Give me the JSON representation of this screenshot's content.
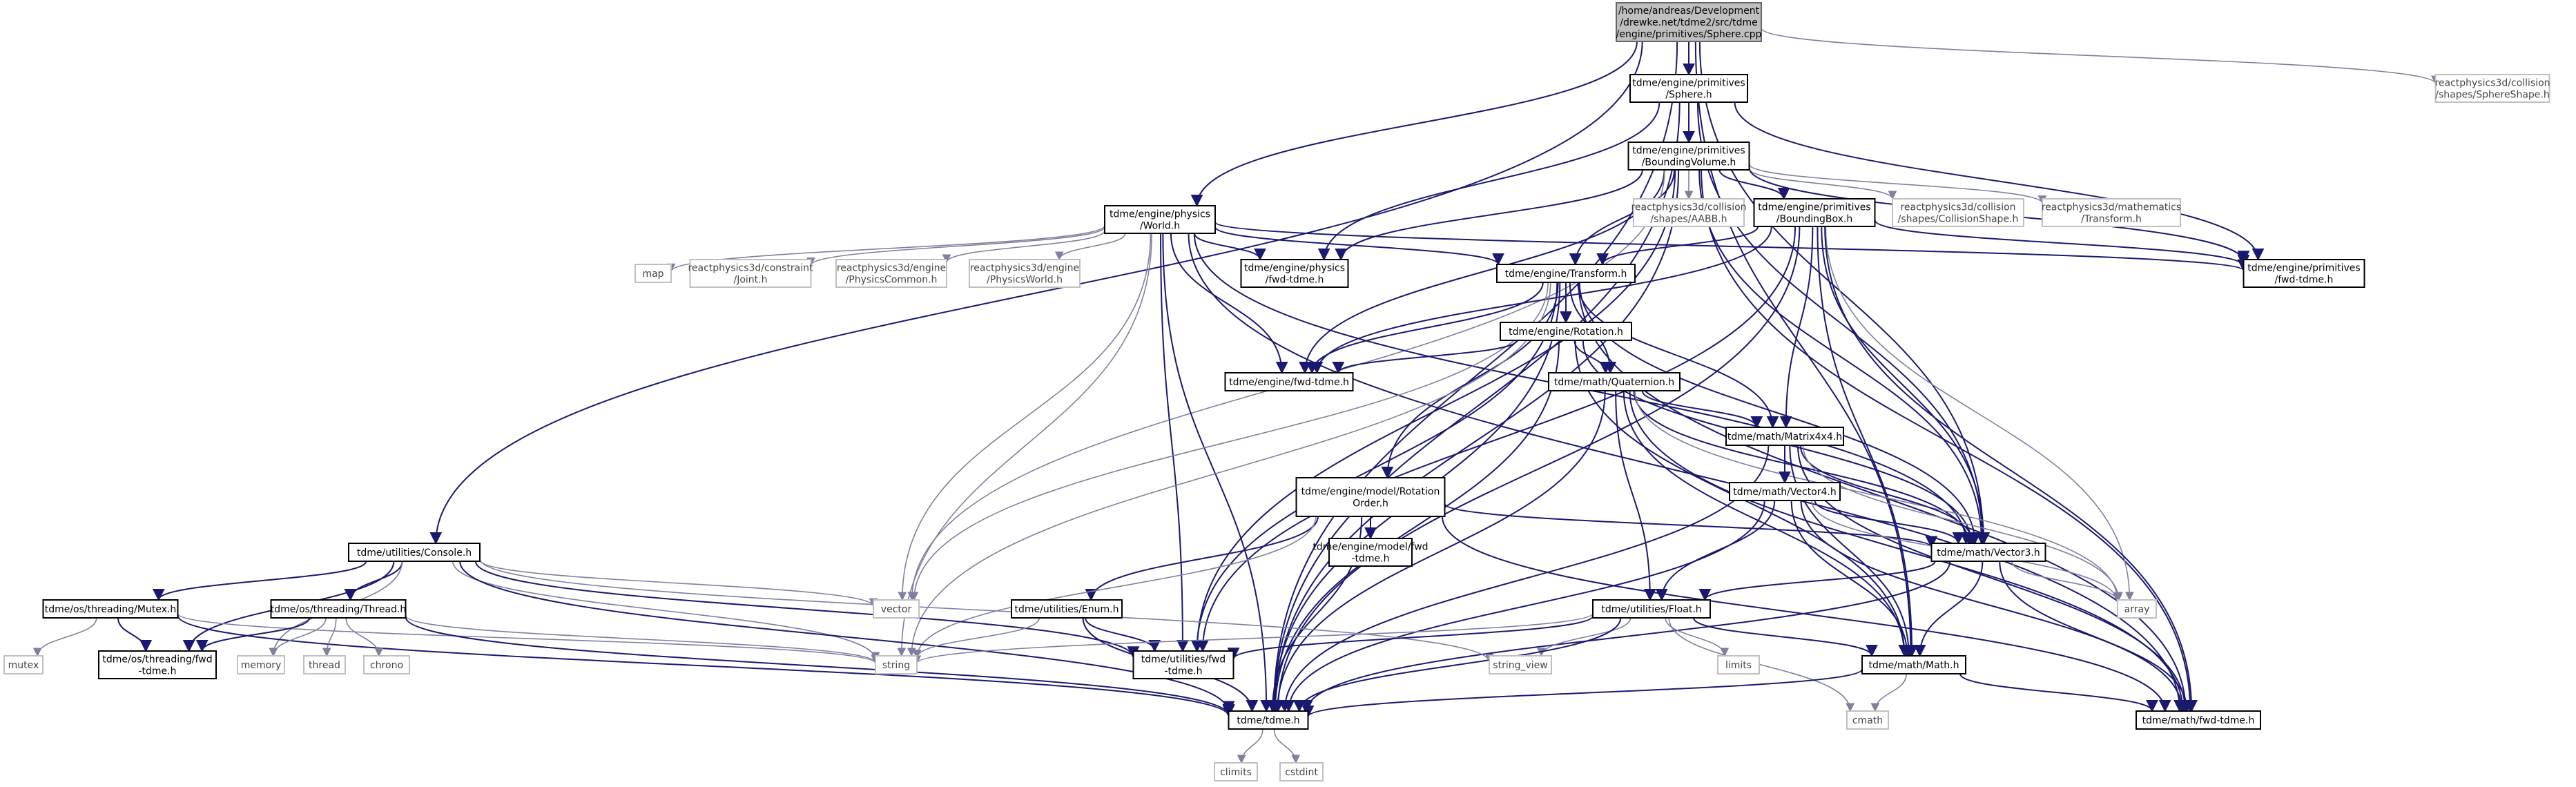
{
  "graph": {
    "nodes": [
      {
        "id": "root",
        "lines": [
          "/home/andreas/Development",
          "/drewke.net/tdme2/src/tdme",
          "/engine/primitives/Sphere.cpp"
        ],
        "kind": "root"
      },
      {
        "id": "sphere_h",
        "lines": [
          "tdme/engine/primitives",
          "/Sphere.h"
        ],
        "kind": "doc"
      },
      {
        "id": "rp_sphere",
        "lines": [
          "reactphysics3d/collision",
          "/shapes/SphereShape.h"
        ],
        "kind": "ext"
      },
      {
        "id": "boundingvolume",
        "lines": [
          "tdme/engine/primitives",
          "/BoundingVolume.h"
        ],
        "kind": "doc"
      },
      {
        "id": "world",
        "lines": [
          "tdme/engine/physics",
          "/World.h"
        ],
        "kind": "doc"
      },
      {
        "id": "rp_aabb",
        "lines": [
          "reactphysics3d/collision",
          "/shapes/AABB.h"
        ],
        "kind": "ext"
      },
      {
        "id": "boundingbox",
        "lines": [
          "tdme/engine/primitives",
          "/BoundingBox.h"
        ],
        "kind": "doc"
      },
      {
        "id": "rp_collisionshape",
        "lines": [
          "reactphysics3d/collision",
          "/shapes/CollisionShape.h"
        ],
        "kind": "ext"
      },
      {
        "id": "rp_transform",
        "lines": [
          "reactphysics3d/mathematics",
          "/Transform.h"
        ],
        "kind": "ext"
      },
      {
        "id": "map",
        "lines": [
          "map"
        ],
        "kind": "ext"
      },
      {
        "id": "rp_joint",
        "lines": [
          "reactphysics3d/constraint",
          "/Joint.h"
        ],
        "kind": "ext"
      },
      {
        "id": "rp_physicscommon",
        "lines": [
          "reactphysics3d/engine",
          "/PhysicsCommon.h"
        ],
        "kind": "ext"
      },
      {
        "id": "rp_physicsworld",
        "lines": [
          "reactphysics3d/engine",
          "/PhysicsWorld.h"
        ],
        "kind": "ext"
      },
      {
        "id": "physics_fwd",
        "lines": [
          "tdme/engine/physics",
          "/fwd-tdme.h"
        ],
        "kind": "doc"
      },
      {
        "id": "primitives_fwd",
        "lines": [
          "tdme/engine/primitives",
          "/fwd-tdme.h"
        ],
        "kind": "doc"
      },
      {
        "id": "transform",
        "lines": [
          "tdme/engine/Transform.h"
        ],
        "kind": "doc"
      },
      {
        "id": "rotation",
        "lines": [
          "tdme/engine/Rotation.h"
        ],
        "kind": "doc"
      },
      {
        "id": "engine_fwd",
        "lines": [
          "tdme/engine/fwd-tdme.h"
        ],
        "kind": "doc"
      },
      {
        "id": "quaternion",
        "lines": [
          "tdme/math/Quaternion.h"
        ],
        "kind": "doc"
      },
      {
        "id": "matrix4x4",
        "lines": [
          "tdme/math/Matrix4x4.h"
        ],
        "kind": "doc"
      },
      {
        "id": "rotationorder",
        "lines": [
          "tdme/engine/model/Rotation",
          "Order.h"
        ],
        "kind": "doc"
      },
      {
        "id": "vector4",
        "lines": [
          "tdme/math/Vector4.h"
        ],
        "kind": "doc"
      },
      {
        "id": "model_fwd",
        "lines": [
          "tdme/engine/model/fwd",
          "-tdme.h"
        ],
        "kind": "doc"
      },
      {
        "id": "vector3",
        "lines": [
          "tdme/math/Vector3.h"
        ],
        "kind": "doc"
      },
      {
        "id": "console",
        "lines": [
          "tdme/utilities/Console.h"
        ],
        "kind": "doc"
      },
      {
        "id": "mutex_h",
        "lines": [
          "tdme/os/threading/Mutex.h"
        ],
        "kind": "doc"
      },
      {
        "id": "thread_h",
        "lines": [
          "tdme/os/threading/Thread.h"
        ],
        "kind": "doc"
      },
      {
        "id": "vector",
        "lines": [
          "vector"
        ],
        "kind": "ext"
      },
      {
        "id": "array",
        "lines": [
          "array"
        ],
        "kind": "ext"
      },
      {
        "id": "enum",
        "lines": [
          "tdme/utilities/Enum.h"
        ],
        "kind": "doc"
      },
      {
        "id": "float",
        "lines": [
          "tdme/utilities/Float.h"
        ],
        "kind": "doc"
      },
      {
        "id": "mutex",
        "lines": [
          "mutex"
        ],
        "kind": "ext"
      },
      {
        "id": "threading_fwd",
        "lines": [
          "tdme/os/threading/fwd",
          "-tdme.h"
        ],
        "kind": "doc"
      },
      {
        "id": "memory",
        "lines": [
          "memory"
        ],
        "kind": "ext"
      },
      {
        "id": "thread",
        "lines": [
          "thread"
        ],
        "kind": "ext"
      },
      {
        "id": "chrono",
        "lines": [
          "chrono"
        ],
        "kind": "ext"
      },
      {
        "id": "string",
        "lines": [
          "string"
        ],
        "kind": "ext"
      },
      {
        "id": "utilities_fwd",
        "lines": [
          "tdme/utilities/fwd",
          "-tdme.h"
        ],
        "kind": "doc"
      },
      {
        "id": "string_view",
        "lines": [
          "string_view"
        ],
        "kind": "ext"
      },
      {
        "id": "limits",
        "lines": [
          "limits"
        ],
        "kind": "ext"
      },
      {
        "id": "math_h",
        "lines": [
          "tdme/math/Math.h"
        ],
        "kind": "doc"
      },
      {
        "id": "tdme_h",
        "lines": [
          "tdme/tdme.h"
        ],
        "kind": "doc"
      },
      {
        "id": "cmath",
        "lines": [
          "cmath"
        ],
        "kind": "ext"
      },
      {
        "id": "math_fwd",
        "lines": [
          "tdme/math/fwd-tdme.h"
        ],
        "kind": "doc"
      },
      {
        "id": "climits",
        "lines": [
          "climits"
        ],
        "kind": "ext"
      },
      {
        "id": "cstdint",
        "lines": [
          "cstdint"
        ],
        "kind": "ext"
      }
    ],
    "edges": [
      [
        "root",
        "sphere_h"
      ],
      [
        "root",
        "rp_sphere"
      ],
      [
        "root",
        "world"
      ],
      [
        "root",
        "console"
      ],
      [
        "root",
        "tdme_h"
      ],
      [
        "root",
        "vector3"
      ],
      [
        "root",
        "math_h"
      ],
      [
        "sphere_h",
        "boundingvolume"
      ],
      [
        "sphere_h",
        "physics_fwd"
      ],
      [
        "sphere_h",
        "primitives_fwd"
      ],
      [
        "sphere_h",
        "vector3"
      ],
      [
        "sphere_h",
        "tdme_h"
      ],
      [
        "boundingvolume",
        "rp_aabb"
      ],
      [
        "boundingvolume",
        "boundingbox"
      ],
      [
        "boundingvolume",
        "rp_collisionshape"
      ],
      [
        "boundingvolume",
        "rp_transform"
      ],
      [
        "boundingvolume",
        "primitives_fwd"
      ],
      [
        "boundingvolume",
        "physics_fwd"
      ],
      [
        "boundingvolume",
        "engine_fwd"
      ],
      [
        "boundingvolume",
        "transform"
      ],
      [
        "boundingvolume",
        "vector3"
      ],
      [
        "boundingvolume",
        "math_fwd"
      ],
      [
        "boundingvolume",
        "vector"
      ],
      [
        "boundingvolume",
        "tdme_h"
      ],
      [
        "boundingvolume",
        "utilities_fwd"
      ],
      [
        "world",
        "map"
      ],
      [
        "world",
        "rp_joint"
      ],
      [
        "world",
        "rp_physicscommon"
      ],
      [
        "world",
        "rp_physicsworld"
      ],
      [
        "world",
        "physics_fwd"
      ],
      [
        "world",
        "primitives_fwd"
      ],
      [
        "world",
        "transform"
      ],
      [
        "world",
        "engine_fwd"
      ],
      [
        "world",
        "vector3"
      ],
      [
        "world",
        "vector"
      ],
      [
        "world",
        "string"
      ],
      [
        "world",
        "tdme_h"
      ],
      [
        "world",
        "utilities_fwd"
      ],
      [
        "world",
        "math_fwd"
      ],
      [
        "boundingbox",
        "primitives_fwd"
      ],
      [
        "boundingbox",
        "transform"
      ],
      [
        "boundingbox",
        "matrix4x4"
      ],
      [
        "boundingbox",
        "vector3"
      ],
      [
        "boundingbox",
        "array"
      ],
      [
        "boundingbox",
        "math_fwd"
      ],
      [
        "boundingbox",
        "tdme_h"
      ],
      [
        "boundingbox",
        "engine_fwd"
      ],
      [
        "boundingbox",
        "math_h"
      ],
      [
        "boundingbox",
        "utilities_fwd"
      ],
      [
        "transform",
        "rotation"
      ],
      [
        "transform",
        "engine_fwd"
      ],
      [
        "transform",
        "quaternion"
      ],
      [
        "transform",
        "matrix4x4"
      ],
      [
        "transform",
        "rotationorder"
      ],
      [
        "transform",
        "vector3"
      ],
      [
        "transform",
        "vector"
      ],
      [
        "transform",
        "string"
      ],
      [
        "transform",
        "tdme_h"
      ],
      [
        "transform",
        "math_fwd"
      ],
      [
        "transform",
        "utilities_fwd"
      ],
      [
        "rotation",
        "engine_fwd"
      ],
      [
        "rotation",
        "quaternion"
      ],
      [
        "rotation",
        "vector3"
      ],
      [
        "rotation",
        "math_h"
      ],
      [
        "rotation",
        "tdme_h"
      ],
      [
        "quaternion",
        "matrix4x4"
      ],
      [
        "quaternion",
        "vector3"
      ],
      [
        "quaternion",
        "array"
      ],
      [
        "quaternion",
        "float"
      ],
      [
        "quaternion",
        "math_h"
      ],
      [
        "quaternion",
        "tdme_h"
      ],
      [
        "quaternion",
        "math_fwd"
      ],
      [
        "matrix4x4",
        "vector4"
      ],
      [
        "matrix4x4",
        "vector3"
      ],
      [
        "matrix4x4",
        "array"
      ],
      [
        "matrix4x4",
        "math_h"
      ],
      [
        "matrix4x4",
        "tdme_h"
      ],
      [
        "matrix4x4",
        "math_fwd"
      ],
      [
        "rotationorder",
        "model_fwd"
      ],
      [
        "rotationorder",
        "enum"
      ],
      [
        "rotationorder",
        "vector3"
      ],
      [
        "rotationorder",
        "string"
      ],
      [
        "rotationorder",
        "tdme_h"
      ],
      [
        "rotationorder",
        "math_fwd"
      ],
      [
        "vector4",
        "vector3"
      ],
      [
        "vector4",
        "array"
      ],
      [
        "vector4",
        "float"
      ],
      [
        "vector4",
        "math_h"
      ],
      [
        "vector4",
        "tdme_h"
      ],
      [
        "vector4",
        "math_fwd"
      ],
      [
        "vector3",
        "float"
      ],
      [
        "vector3",
        "array"
      ],
      [
        "vector3",
        "math_h"
      ],
      [
        "vector3",
        "tdme_h"
      ],
      [
        "vector3",
        "math_fwd"
      ],
      [
        "console",
        "mutex_h"
      ],
      [
        "console",
        "thread_h"
      ],
      [
        "console",
        "threading_fwd"
      ],
      [
        "console",
        "memory"
      ],
      [
        "console",
        "vector"
      ],
      [
        "console",
        "string"
      ],
      [
        "console",
        "string_view"
      ],
      [
        "console",
        "utilities_fwd"
      ],
      [
        "console",
        "tdme_h"
      ],
      [
        "mutex_h",
        "mutex"
      ],
      [
        "mutex_h",
        "threading_fwd"
      ],
      [
        "mutex_h",
        "string"
      ],
      [
        "mutex_h",
        "tdme_h"
      ],
      [
        "thread_h",
        "threading_fwd"
      ],
      [
        "thread_h",
        "memory"
      ],
      [
        "thread_h",
        "thread"
      ],
      [
        "thread_h",
        "chrono"
      ],
      [
        "thread_h",
        "string"
      ],
      [
        "thread_h",
        "tdme_h"
      ],
      [
        "enum",
        "string"
      ],
      [
        "enum",
        "utilities_fwd"
      ],
      [
        "enum",
        "tdme_h"
      ],
      [
        "float",
        "string"
      ],
      [
        "float",
        "string_view"
      ],
      [
        "float",
        "limits"
      ],
      [
        "float",
        "cmath"
      ],
      [
        "float",
        "math_h"
      ],
      [
        "float",
        "utilities_fwd"
      ],
      [
        "float",
        "tdme_h"
      ],
      [
        "math_h",
        "cmath"
      ],
      [
        "math_h",
        "tdme_h"
      ],
      [
        "math_h",
        "math_fwd"
      ],
      [
        "tdme_h",
        "climits"
      ],
      [
        "tdme_h",
        "cstdint"
      ]
    ]
  }
}
